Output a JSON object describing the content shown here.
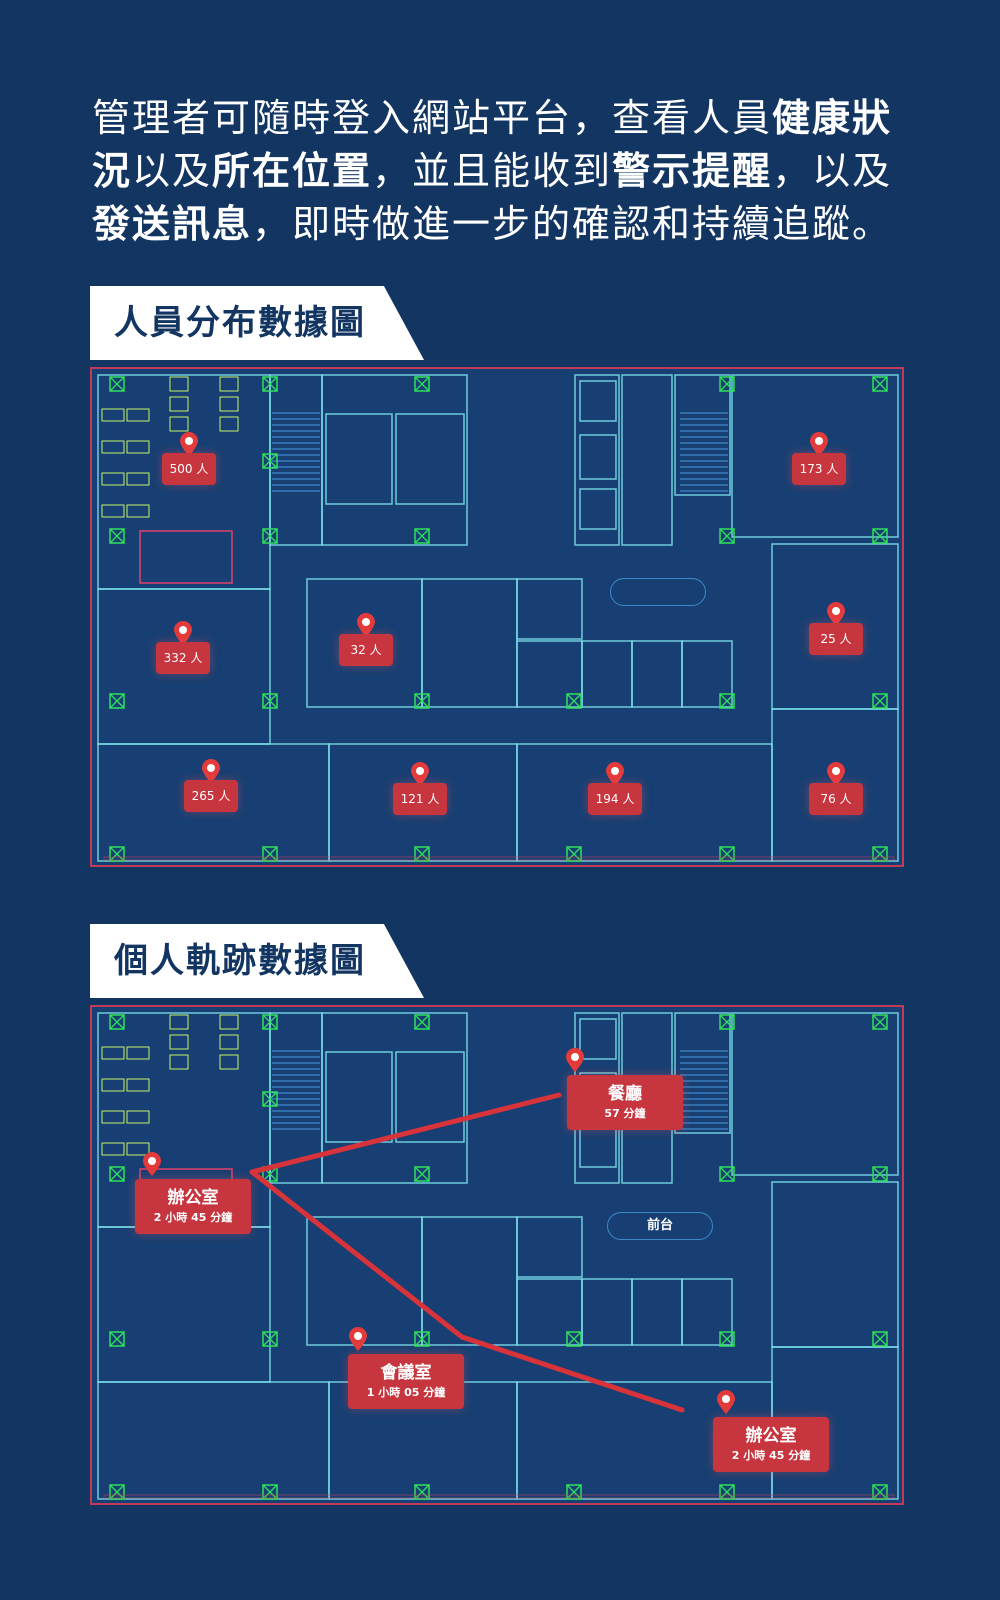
{
  "headline": {
    "p1": "管理者可隨時登入網站平台，查看人員",
    "b1": "健康狀況",
    "p2": "以及",
    "b2": "所在位置",
    "p3": "，並且能收到",
    "b3": "警示提醒",
    "p4": "，以及",
    "b4": "發送訊息",
    "p5": "，即時做進一步的確認和持續追蹤。"
  },
  "section1": {
    "title": "人員分布數據圖",
    "labels": [
      "500 人",
      "173 人",
      "332 人",
      "32 人",
      "25 人",
      "265 人",
      "121 人",
      "194 人",
      "76 人"
    ]
  },
  "section2": {
    "title": "個人軌跡數據圖",
    "front_desk": "前台",
    "stops": [
      {
        "place": "餐廳",
        "duration": "57 分鐘"
      },
      {
        "place": "辦公室",
        "duration": "2 小時 45 分鐘"
      },
      {
        "place": "會議室",
        "duration": "1 小時 05 分鐘"
      },
      {
        "place": "辦公室",
        "duration": "2 小時 45 分鐘"
      }
    ]
  },
  "colors": {
    "bg": "#123562",
    "marker": "#c7353f",
    "wall": "#7fe3f0",
    "exit": "#2ee05a",
    "path": "#d8333b"
  }
}
